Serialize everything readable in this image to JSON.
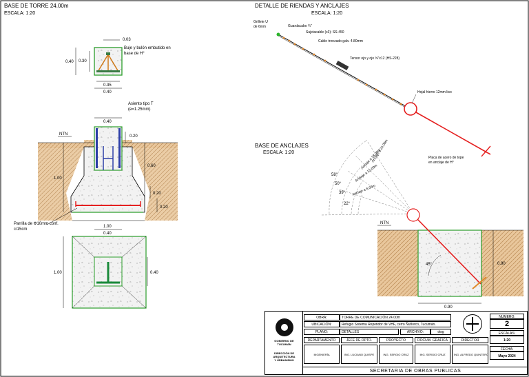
{
  "torre": {
    "title": "BASE DE TORRE 24.00m",
    "scale": "ESCALA: 1:20",
    "dim_003": "0.03",
    "dim_040a": "0.40",
    "dim_030": "0.30",
    "dim_035": "0.35",
    "dim_040b": "0.40",
    "buje_label_1": "Buje y bulón embutido en",
    "buje_label_2": "base de H°",
    "asiento_1": "Asiento tipo T",
    "asiento_2": "(e=1.25mm)",
    "dim_040c": "0.40",
    "dim_020a": "0.20",
    "ntn": "NTN",
    "dim_060": "0.60",
    "dim_100a": "1.00",
    "dim_020b": "0.20",
    "dim_020c": "0.20",
    "parrilla_1": "Parrilla de Φ10mm conf.",
    "parrilla_2": "c/15cm",
    "dim_100b": "1.00",
    "dim_040d": "0.40",
    "dim_100c": "1.00",
    "dim_040e": "0.40"
  },
  "riendas": {
    "title": "DETALLE DE RIENDAS Y ANCLAJES",
    "scale": "ESCALA: 1:20",
    "grillete_1": "Grillete U",
    "grillete_2": "de 6mm",
    "guardacabo": "Guardacabo ¾\"",
    "sujetacable": "Sujetacable (x3): SS-450",
    "cable": "Cable trenzado galv. 4.80mm",
    "tensor": "Tensor ojo y ojo ⅝\"x12 (HS-228)",
    "hojal": "Hojal hierro 12mm liso"
  },
  "anclajes": {
    "title": "BASE DE ANCLAJES",
    "scale": "ESCALA: 1:20",
    "placa_1": "Placa de acero de tope",
    "placa_2": "en anclaje de H°",
    "ang_58": "58°",
    "ang_50": "50°",
    "ang_39": "39°",
    "ang_22": "22°",
    "a1": "Anclaje a 24.00m",
    "a2": "Anclaje a 18.00m",
    "a3": "Anclaje a 12.00m",
    "a4": "Anclaje a 6.00m",
    "ntn": "NTN",
    "ang_45": "45°",
    "dim_090a": "0.90",
    "dim_090b": "0.90"
  },
  "titleblock": {
    "logo_1": "GOBIERNO DE",
    "logo_2": "TUCUMÁN",
    "logo_3": "DIRECCIÓN DE",
    "logo_4": "ARQUITECTURA",
    "logo_5": "Y URBANISMO",
    "obra_lbl": "OBRA:",
    "obra_val": "TORRE DE COMUNICACIÓN 24.00m",
    "ubic_lbl": "UBICACIÓN:",
    "ubic_val": "Refugio Sistema Repetidor de VHF, cerro Ñuñorco, Tucumán.",
    "plano_lbl": "PLANO:",
    "plano_val": "DETALLES",
    "archivo_lbl": "ARCHIVO:",
    "archivo_val": "dwg",
    "numero_lbl": "NUMERO:",
    "numero_val": "2",
    "escalas_lbl": "ESCALAS:",
    "escalas_val": "1:20",
    "fecha_lbl": "FECHA:",
    "fecha_val": "Mayo 2024",
    "h_depto": "DEPARTAMENTO",
    "h_jefe": "JEFE DE DPTO.",
    "h_proyecto": "PROYECTO",
    "h_docum": "DOCUM. GRÁFICA",
    "h_director": "DIRECTOR",
    "v_depto": "INGENIERÍA",
    "v_jefe": "ING. LUCIANO QUISPE",
    "v_proyecto": "ING. SERGIO CRUZ",
    "v_docum": "ING. SERGIO CRUZ",
    "v_director": "ING. ALFREDO QUINTEROS",
    "footer": "SECRETARIA DE OBRAS PUBLICAS"
  }
}
